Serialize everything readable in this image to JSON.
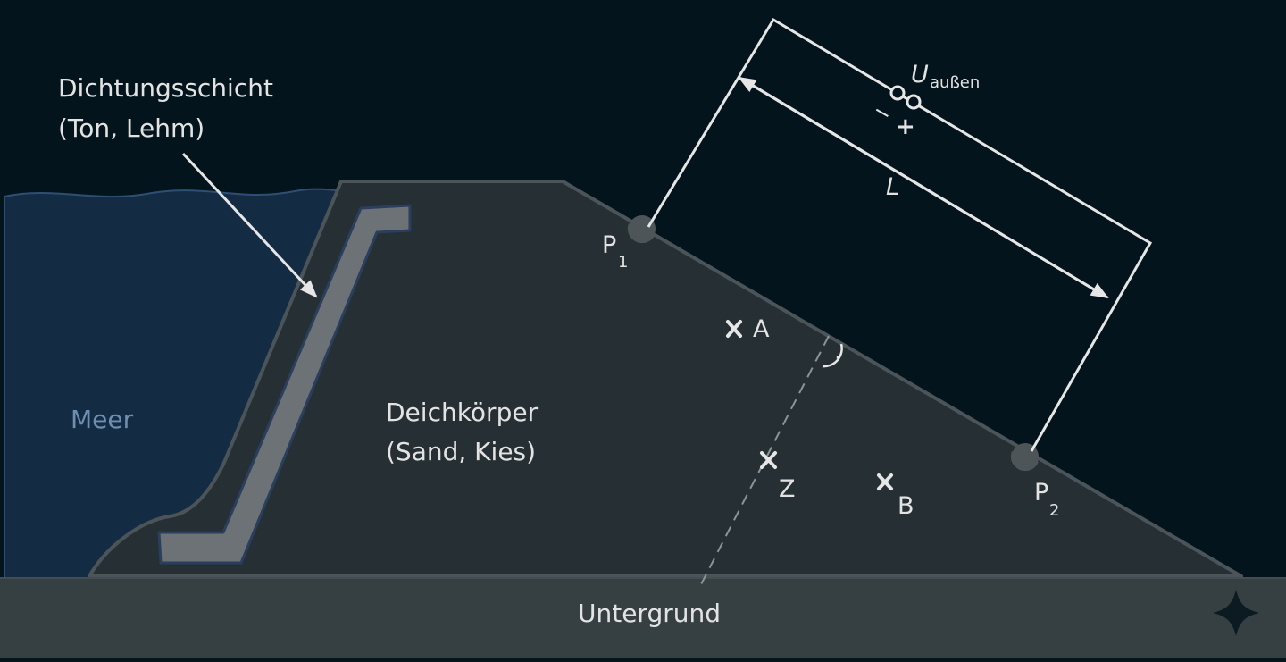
{
  "labels": {
    "sealing_layer": {
      "line1": "Dichtungsschicht",
      "line2": "(Ton, Lehm)"
    },
    "sea": "Meer",
    "dike_body": {
      "line1": "Deichkörper",
      "line2": "(Sand, Kies)"
    },
    "subsoil": "Untergrund",
    "point_a": "A",
    "point_b": "B",
    "point_z": "Z",
    "electrode_p1": {
      "main": "P",
      "sub": "1"
    },
    "electrode_p2": {
      "main": "P",
      "sub": "2"
    },
    "voltage": {
      "main": "U",
      "sub": "außen"
    },
    "length": "L",
    "minus": "−",
    "plus": "+",
    "right_angle_dot": "·"
  },
  "colors": {
    "background": "#04141c",
    "sea": "#142b44",
    "sea_label": "#6f8fb0",
    "dike": "#262f34",
    "dike_edge": "#4b5459",
    "sealing_layer": "#6d7276",
    "sealing_edge": "#2a3e5e",
    "subsoil": "#363f42",
    "lines": "#e6e6e6",
    "text": "#e3e3e3",
    "electrode": "#4e5558"
  }
}
